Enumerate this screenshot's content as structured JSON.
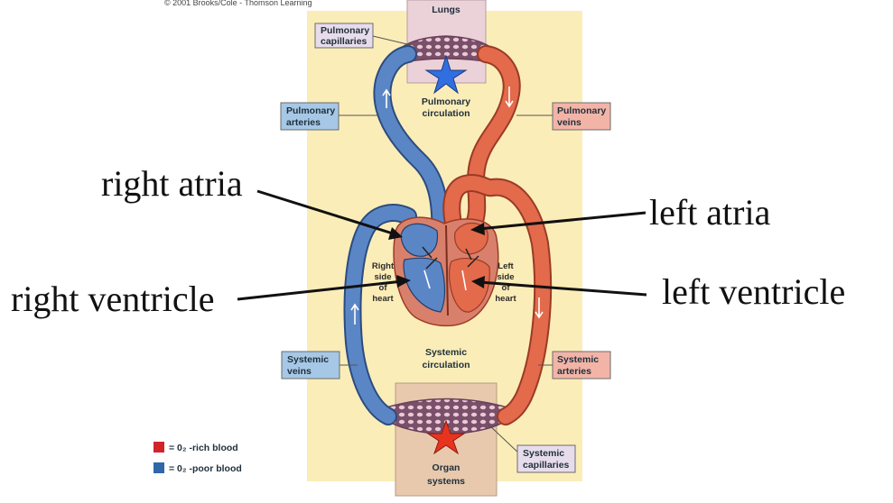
{
  "copyright": "© 2001 Brooks/Cole - Thomson Learning",
  "organs": {
    "top": "Lungs",
    "bottom_line1": "Organ",
    "bottom_line2": "systems"
  },
  "circulation": {
    "pulmonary_line1": "Pulmonary",
    "pulmonary_line2": "circulation",
    "systemic_line1": "Systemic",
    "systemic_line2": "circulation"
  },
  "boxes": {
    "pulmonary_capillaries": [
      "Pulmonary",
      "capillaries"
    ],
    "pulmonary_arteries": [
      "Pulmonary",
      "arteries"
    ],
    "pulmonary_veins": [
      "Pulmonary",
      "veins"
    ],
    "systemic_veins": [
      "Systemic",
      "veins"
    ],
    "systemic_arteries": [
      "Systemic",
      "arteries"
    ],
    "systemic_capillaries": [
      "Systemic",
      "capillaries"
    ]
  },
  "heart_sides": {
    "right": [
      "Right",
      "side",
      "of",
      "heart"
    ],
    "left": [
      "Left",
      "side",
      "of",
      "heart"
    ]
  },
  "annotations": {
    "right_atria": "right atria",
    "right_ventricle": "right ventricle",
    "left_atria": "left atria",
    "left_ventricle": "left ventricle"
  },
  "legend": {
    "rich": "= 0₂ -rich blood",
    "poor": "= 0₂ -poor blood",
    "rich_color": "#d2232a",
    "poor_color": "#2f67a8"
  },
  "colors": {
    "background_panel": "#fbedb8",
    "oxygen_poor_vessel": "#5b86c6",
    "oxygen_rich_vessel": "#e36a4b",
    "blue_star": "#2f6fe0",
    "red_star": "#e8341f"
  }
}
